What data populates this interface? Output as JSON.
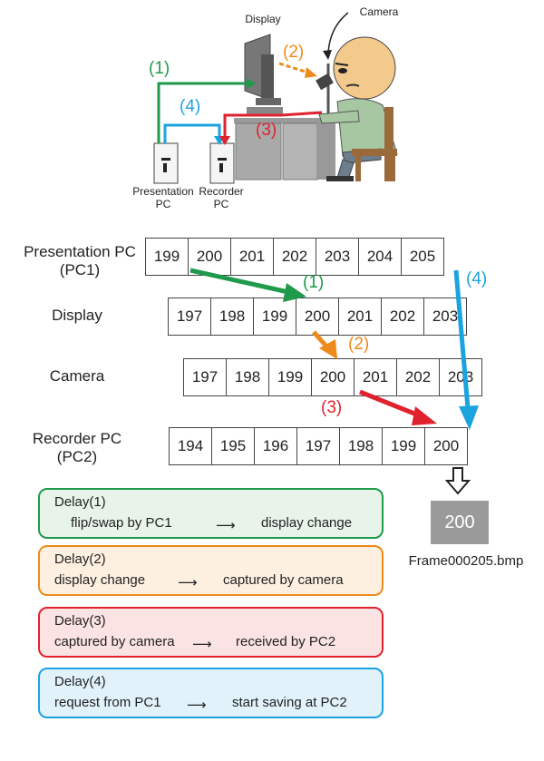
{
  "illustration": {
    "display_label": "Display",
    "camera_label": "Camera",
    "presentation_pc_label": [
      "Presentation",
      "PC"
    ],
    "recorder_pc_label": [
      "Recorder",
      "PC"
    ],
    "markers": [
      "(1)",
      "(2)",
      "(3)",
      "(4)"
    ]
  },
  "timeline": {
    "rows": [
      {
        "label": [
          "Presentation PC",
          "(PC1)"
        ],
        "frames": [
          "199",
          "200",
          "201",
          "202",
          "203",
          "204",
          "205"
        ]
      },
      {
        "label": [
          "Display"
        ],
        "frames": [
          "197",
          "198",
          "199",
          "200",
          "201",
          "202",
          "203"
        ]
      },
      {
        "label": [
          "Camera"
        ],
        "frames": [
          "197",
          "198",
          "199",
          "200",
          "201",
          "202",
          "203"
        ]
      },
      {
        "label": [
          "Recorder PC",
          "(PC2)"
        ],
        "frames": [
          "194",
          "195",
          "196",
          "197",
          "198",
          "199",
          "200"
        ]
      }
    ],
    "markers": [
      "(1)",
      "(2)",
      "(3)",
      "(4)"
    ],
    "saved_frame_value": "200",
    "saved_filename": "Frame000205.bmp"
  },
  "delays": [
    {
      "title": "Delay(1)",
      "from": "flip/swap by PC1",
      "to": "display change"
    },
    {
      "title": "Delay(2)",
      "from": "display change",
      "to": "captured by camera"
    },
    {
      "title": "Delay(3)",
      "from": "captured by camera",
      "to": "received by PC2"
    },
    {
      "title": "Delay(4)",
      "from": "request from PC1",
      "to": "start saving  at PC2"
    }
  ],
  "colors": {
    "delay1": "#1e9a4a",
    "delay2": "#ee8a1a",
    "delay3": "#e0222e",
    "delay4": "#1ba3e0"
  }
}
